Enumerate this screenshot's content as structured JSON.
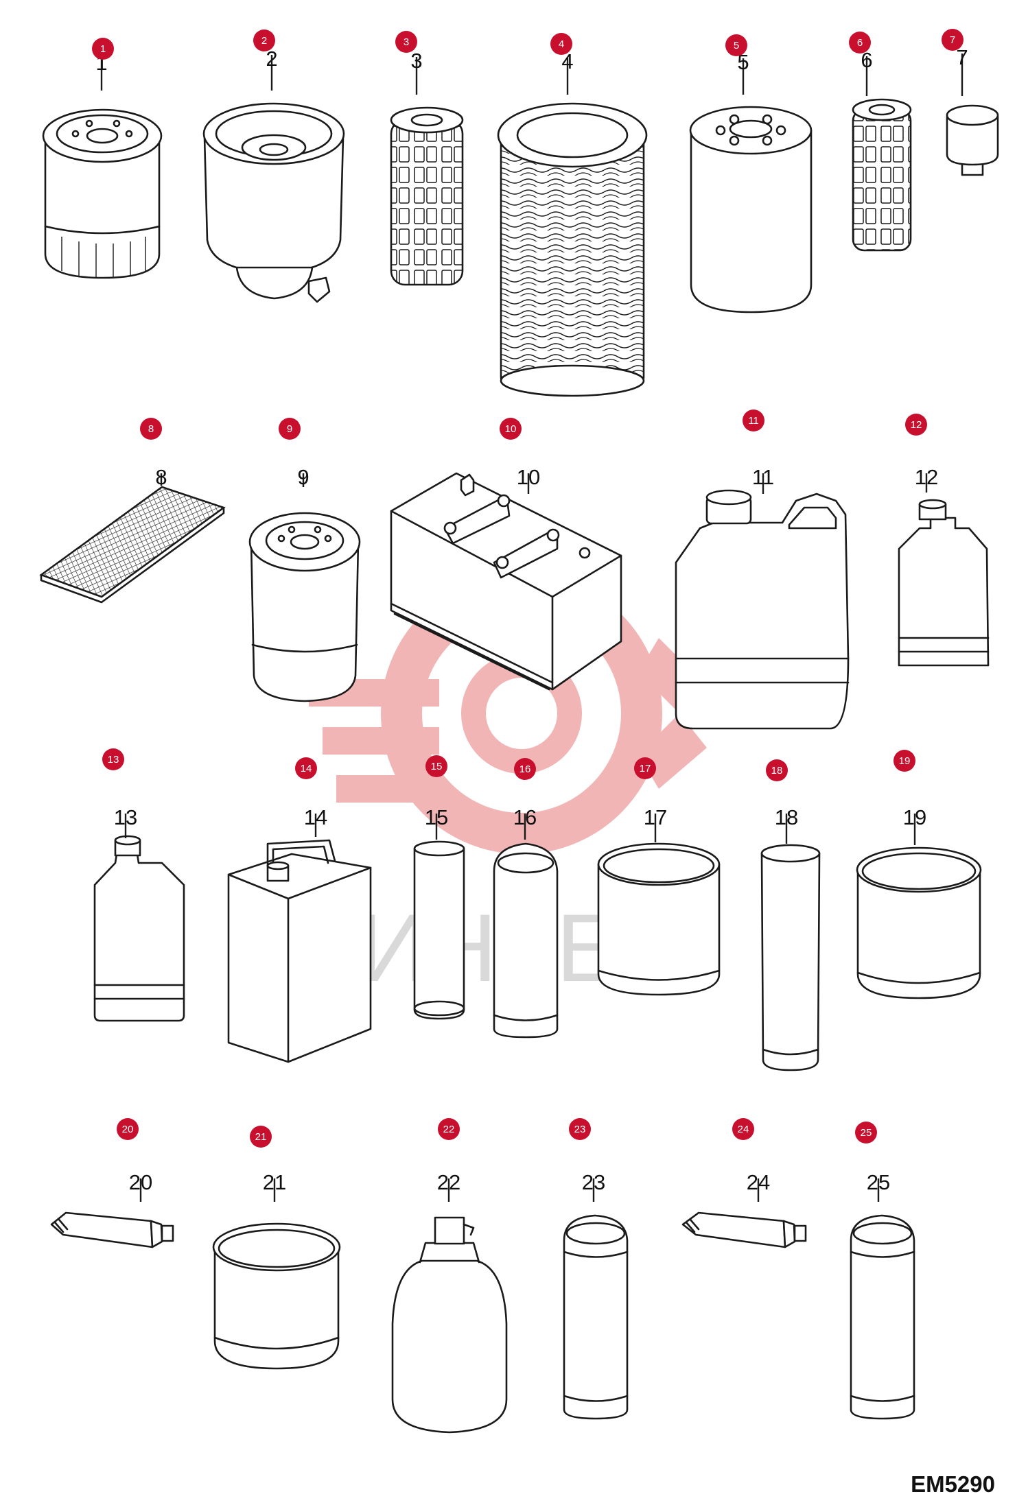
{
  "diagram": {
    "drawing_code": "EM5290",
    "watermark_text": "ИНТЕХ",
    "colors": {
      "badge": "#c8102e",
      "watermark_gear": "#f2b5b5",
      "line": "#1a1a1a",
      "watermark_text": "#d9d9d9"
    },
    "parts": [
      {
        "id": 1,
        "label": "1",
        "badge": "1",
        "kind": "oil-filter"
      },
      {
        "id": 2,
        "label": "2",
        "badge": "2",
        "kind": "fuel-filter-bowl"
      },
      {
        "id": 3,
        "label": "3",
        "badge": "3",
        "kind": "mesh-strainer"
      },
      {
        "id": 4,
        "label": "4",
        "badge": "4",
        "kind": "air-filter-element"
      },
      {
        "id": 5,
        "label": "5",
        "badge": "5",
        "kind": "hydraulic-filter"
      },
      {
        "id": 6,
        "label": "6",
        "badge": "6",
        "kind": "mesh-strainer-small"
      },
      {
        "id": 7,
        "label": "7",
        "badge": "7",
        "kind": "breather"
      },
      {
        "id": 8,
        "label": "8",
        "badge": "8",
        "kind": "cabin-air-filter"
      },
      {
        "id": 9,
        "label": "9",
        "badge": "9",
        "kind": "fuel-filter"
      },
      {
        "id": 10,
        "label": "10",
        "badge": "10",
        "kind": "battery"
      },
      {
        "id": 11,
        "label": "11",
        "badge": "11",
        "kind": "canister"
      },
      {
        "id": 12,
        "label": "12",
        "badge": "12",
        "kind": "bottle"
      },
      {
        "id": 13,
        "label": "13",
        "badge": "13",
        "kind": "bottle"
      },
      {
        "id": 14,
        "label": "14",
        "badge": "14",
        "kind": "oil-can"
      },
      {
        "id": 15,
        "label": "15",
        "badge": "15",
        "kind": "grease-cartridge"
      },
      {
        "id": 16,
        "label": "16",
        "badge": "16",
        "kind": "spray-can"
      },
      {
        "id": 17,
        "label": "17",
        "badge": "17",
        "kind": "grease-tin"
      },
      {
        "id": 18,
        "label": "18",
        "badge": "18",
        "kind": "grease-cartridge"
      },
      {
        "id": 19,
        "label": "19",
        "badge": "19",
        "kind": "grease-tin"
      },
      {
        "id": 20,
        "label": "20",
        "badge": "20",
        "kind": "tube"
      },
      {
        "id": 21,
        "label": "21",
        "badge": "21",
        "kind": "tin"
      },
      {
        "id": 22,
        "label": "22",
        "badge": "22",
        "kind": "plastic-bottle"
      },
      {
        "id": 23,
        "label": "23",
        "badge": "23",
        "kind": "spray-can"
      },
      {
        "id": 24,
        "label": "24",
        "badge": "24",
        "kind": "tube"
      },
      {
        "id": 25,
        "label": "25",
        "badge": "25",
        "kind": "spray-can"
      }
    ]
  }
}
